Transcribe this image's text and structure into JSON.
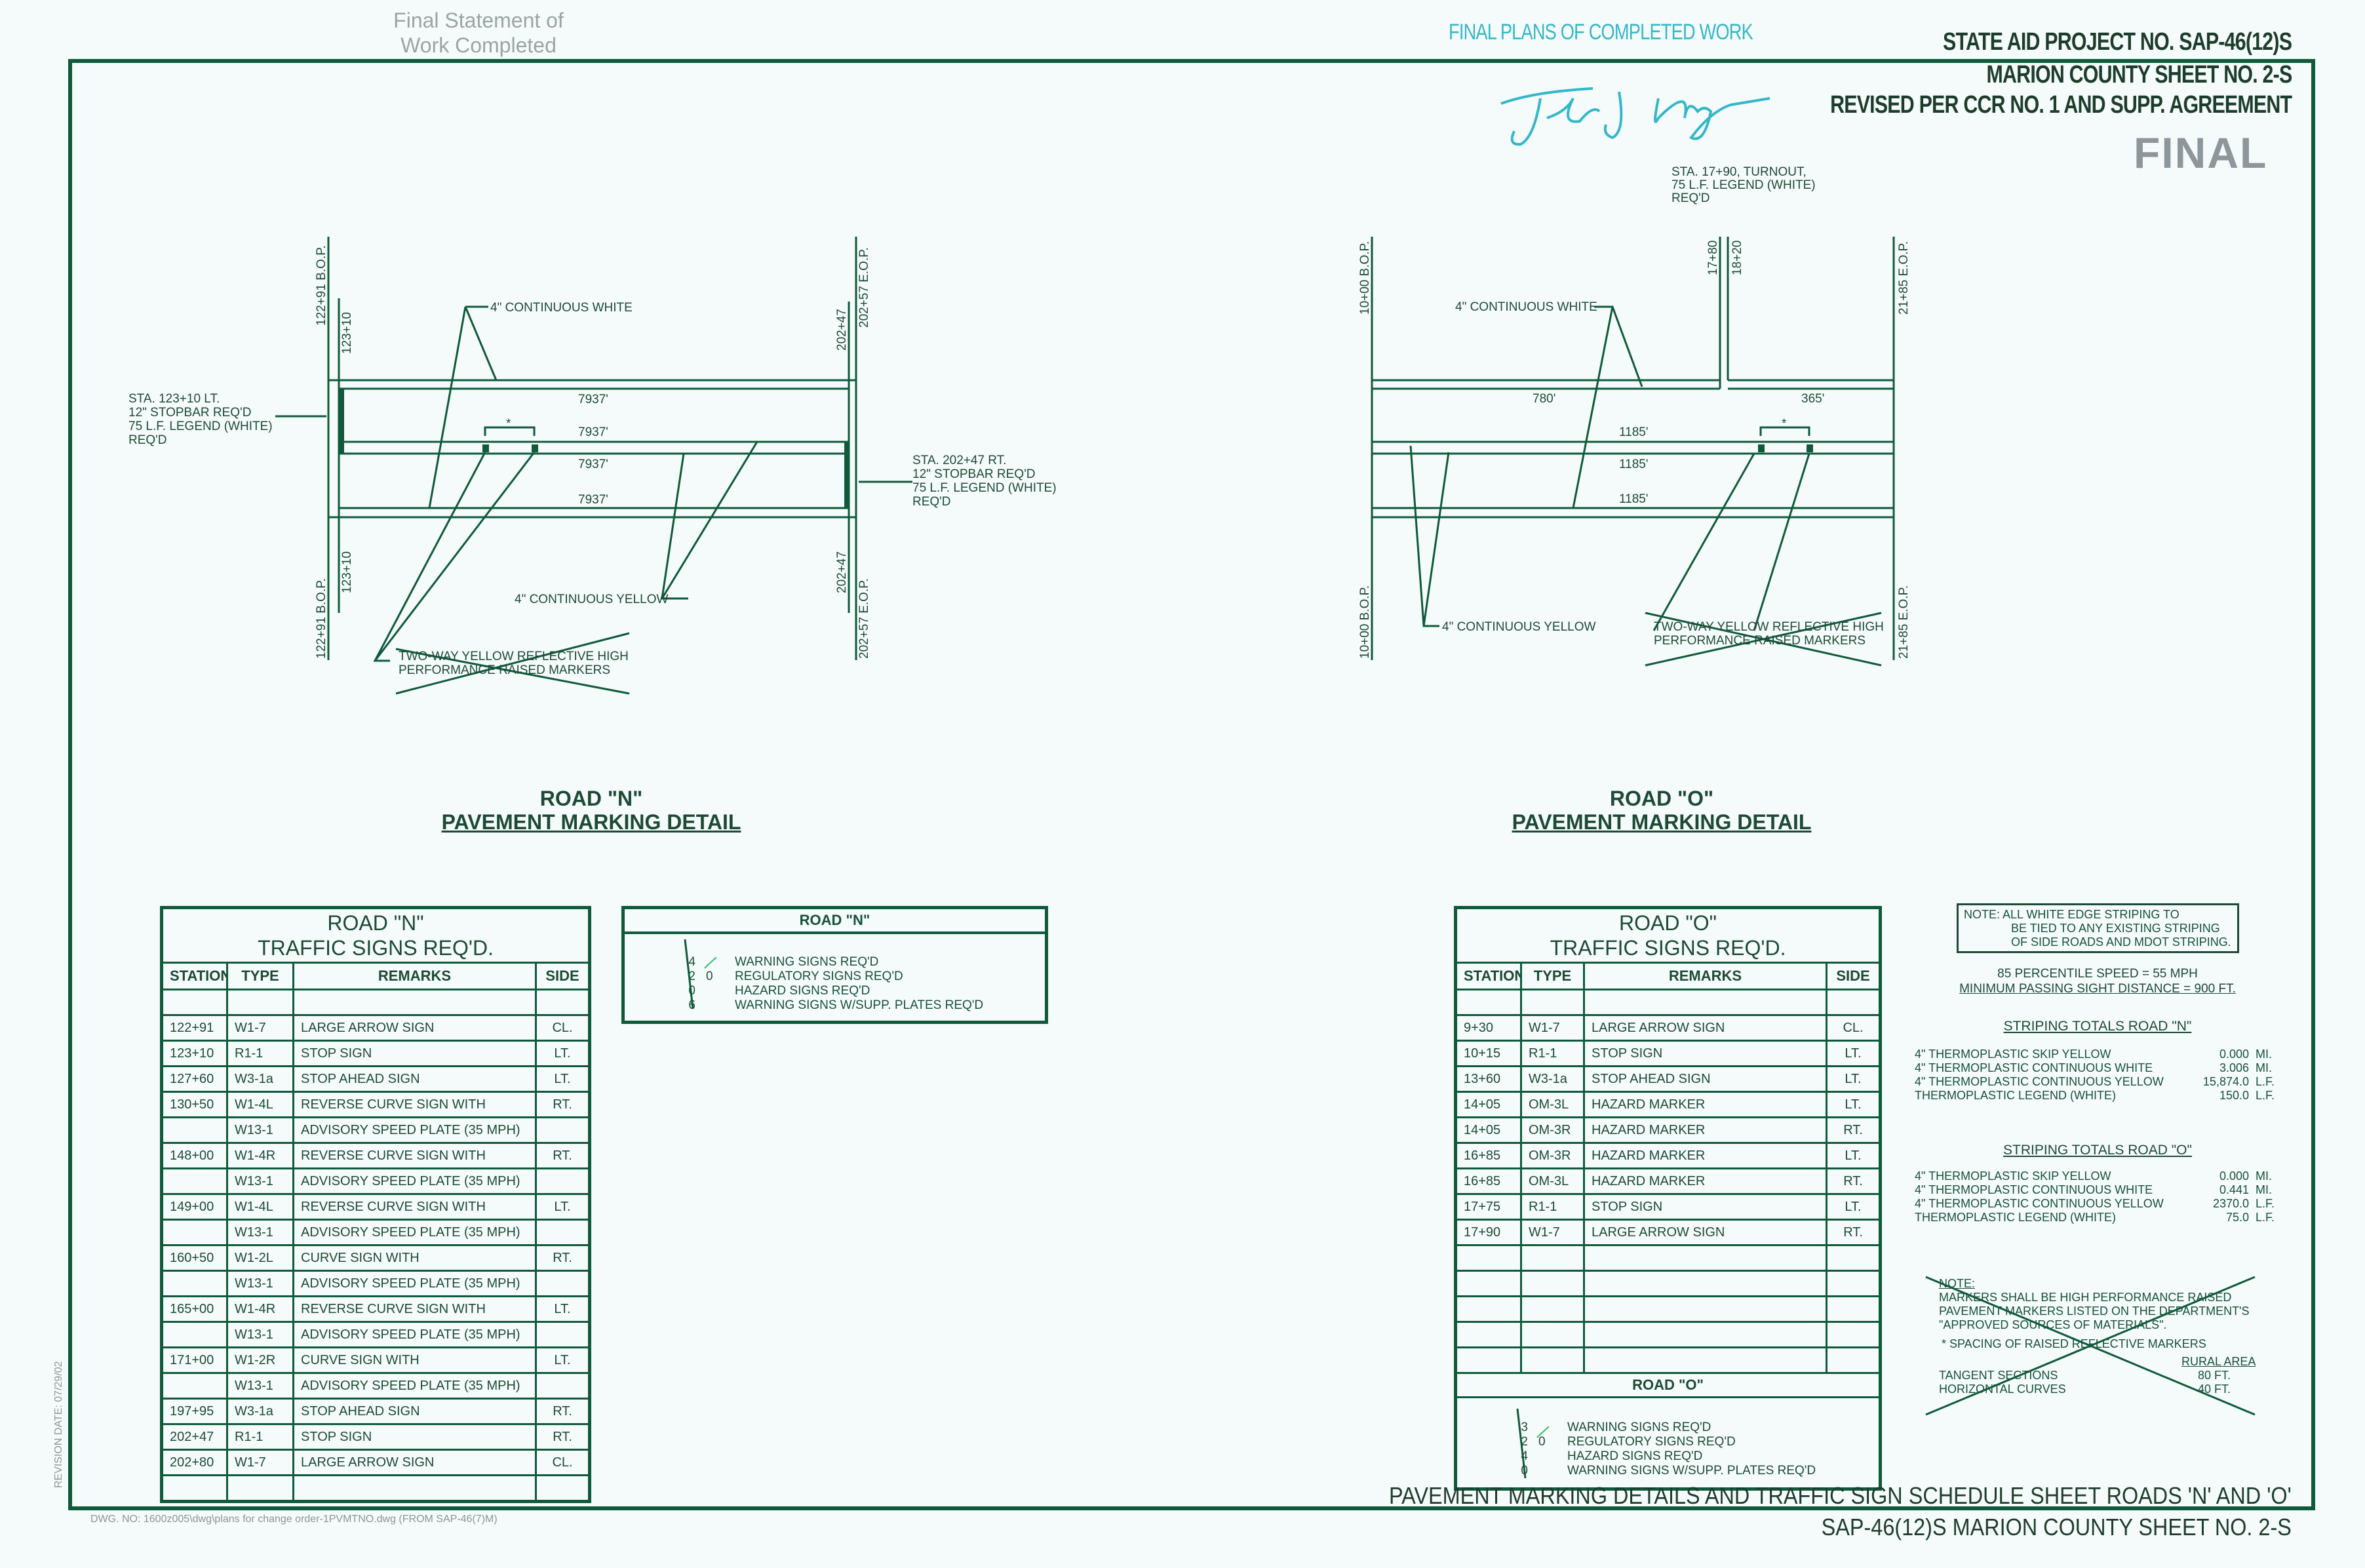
{
  "stamps": {
    "final_statement": "Final Statement of Work Completed",
    "final_plans": "FINAL PLANS OF COMPLETED WORK",
    "final": "FINAL",
    "signature": "Jeff J. Dyer"
  },
  "header": {
    "project": "STATE AID PROJECT NO. SAP-46(12)S",
    "county_sheet": "MARION COUNTY  SHEET NO. 2-S",
    "revised": "REVISED PER CCR NO. 1 AND SUPP. AGREEMENT"
  },
  "road_n_diagram": {
    "bop_label": "122+91 B.O.P.",
    "start_label": "123+10",
    "end_label": "202+47",
    "eop_label": "202+57 E.O.P.",
    "lengths": [
      "7937'",
      "7937'",
      "7937'",
      "7937'"
    ],
    "spacing_mark": "*",
    "white_label": "4\" CONTINUOUS WHITE",
    "yellow_label": "4\" CONTINUOUS YELLOW",
    "markers_label": [
      "TWO-WAY YELLOW REFLECTIVE HIGH",
      "PERFORMANCE RAISED MARKERS"
    ],
    "left_note": [
      "STA. 123+10 LT.",
      "12\" STOPBAR REQ'D",
      "75 L.F. LEGEND (WHITE)",
      "REQ'D"
    ],
    "right_note": [
      "STA. 202+47 RT.",
      "12\" STOPBAR REQ'D",
      "75 L.F. LEGEND (WHITE)",
      "REQ'D"
    ],
    "title": "ROAD \"N\"",
    "subtitle": "PAVEMENT MARKING DETAIL"
  },
  "road_o_diagram": {
    "bop_label": "10+00 B.O.P.",
    "eop_label": "21+85 E.O.P.",
    "turnout_start": "17+80",
    "turnout_end": "18+20",
    "lengths_top": [
      "780'",
      "365'"
    ],
    "lengths": [
      "1185'",
      "1185'",
      "1185'"
    ],
    "spacing_mark": "*",
    "white_label": "4\" CONTINUOUS WHITE",
    "yellow_label": "4\" CONTINUOUS YELLOW",
    "markers_label": [
      "TWO-WAY YELLOW REFLECTIVE HIGH",
      "PERFORMANCE RAISED MARKERS"
    ],
    "turnout_note": [
      "STA. 17+90, TURNOUT,",
      "75 L.F. LEGEND (WHITE)",
      "REQ'D"
    ],
    "title": "ROAD \"O\"",
    "subtitle": "PAVEMENT MARKING DETAIL"
  },
  "road_n_table": {
    "title": [
      "ROAD \"N\"",
      "TRAFFIC SIGNS REQ'D."
    ],
    "columns": [
      "STATION",
      "TYPE",
      "REMARKS",
      "SIDE"
    ],
    "rows": [
      [
        "122+91",
        "W1-7",
        "LARGE ARROW SIGN",
        "CL."
      ],
      [
        "123+10",
        "R1-1",
        "STOP SIGN",
        "LT."
      ],
      [
        "127+60",
        "W3-1a",
        "STOP AHEAD SIGN",
        "LT."
      ],
      [
        "130+50",
        "W1-4L",
        "REVERSE CURVE SIGN WITH",
        "RT."
      ],
      [
        "",
        "W13-1",
        "ADVISORY SPEED PLATE (35 MPH)",
        ""
      ],
      [
        "148+00",
        "W1-4R",
        "REVERSE CURVE SIGN WITH",
        "RT."
      ],
      [
        "",
        "W13-1",
        "ADVISORY SPEED PLATE (35 MPH)",
        ""
      ],
      [
        "149+00",
        "W1-4L",
        "REVERSE CURVE SIGN WITH",
        "LT."
      ],
      [
        "",
        "W13-1",
        "ADVISORY SPEED PLATE (35 MPH)",
        ""
      ],
      [
        "160+50",
        "W1-2L",
        "CURVE SIGN WITH",
        "RT."
      ],
      [
        "",
        "W13-1",
        "ADVISORY SPEED PLATE (35 MPH)",
        ""
      ],
      [
        "165+00",
        "W1-4R",
        "REVERSE CURVE SIGN WITH",
        "LT."
      ],
      [
        "",
        "W13-1",
        "ADVISORY SPEED PLATE (35 MPH)",
        ""
      ],
      [
        "171+00",
        "W1-2R",
        "CURVE SIGN WITH",
        "LT."
      ],
      [
        "",
        "W13-1",
        "ADVISORY SPEED PLATE (35 MPH)",
        ""
      ],
      [
        "197+95",
        "W3-1a",
        "STOP AHEAD SIGN",
        "RT."
      ],
      [
        "202+47",
        "R1-1",
        "STOP SIGN",
        "RT."
      ],
      [
        "202+80",
        "W1-7",
        "LARGE ARROW SIGN",
        "CL."
      ]
    ]
  },
  "road_n_summary": {
    "title": "ROAD \"N\"",
    "counts": [
      "4",
      "2",
      "0",
      "6"
    ],
    "correction": "0",
    "items": [
      "WARNING SIGNS REQ'D",
      "REGULATORY SIGNS REQ'D",
      "HAZARD SIGNS REQ'D",
      "WARNING SIGNS W/SUPP. PLATES REQ'D"
    ]
  },
  "road_o_table": {
    "title": [
      "ROAD \"O\"",
      "TRAFFIC SIGNS REQ'D."
    ],
    "columns": [
      "STATION",
      "TYPE",
      "REMARKS",
      "SIDE"
    ],
    "rows": [
      [
        "9+30",
        "W1-7",
        "LARGE ARROW SIGN",
        "CL."
      ],
      [
        "10+15",
        "R1-1",
        "STOP SIGN",
        "LT."
      ],
      [
        "13+60",
        "W3-1a",
        "STOP AHEAD SIGN",
        "LT."
      ],
      [
        "14+05",
        "OM-3L",
        "HAZARD MARKER",
        "LT."
      ],
      [
        "14+05",
        "OM-3R",
        "HAZARD MARKER",
        "RT."
      ],
      [
        "16+85",
        "OM-3R",
        "HAZARD MARKER",
        "LT."
      ],
      [
        "16+85",
        "OM-3L",
        "HAZARD MARKER",
        "RT."
      ],
      [
        "17+75",
        "R1-1",
        "STOP SIGN",
        "LT."
      ],
      [
        "17+90",
        "W1-7",
        "LARGE ARROW SIGN",
        "RT."
      ]
    ]
  },
  "road_o_summary": {
    "title": "ROAD \"O\"",
    "counts": [
      "3",
      "2",
      "4",
      "0"
    ],
    "correction": "0",
    "items": [
      "WARNING SIGNS REQ'D",
      "REGULATORY SIGNS REQ'D",
      "HAZARD SIGNS REQ'D",
      "WARNING SIGNS W/SUPP. PLATES REQ'D"
    ]
  },
  "notes": {
    "edge_note": [
      "NOTE: ALL WHITE EDGE STRIPING TO",
      "BE TIED TO ANY EXISTING STRIPING",
      "OF SIDE ROADS AND MDOT STRIPING."
    ],
    "speed": "85 PERCENTILE SPEED = 55 MPH",
    "passing": "MINIMUM PASSING SIGHT DISTANCE = 900 FT.",
    "striping_n": {
      "title": "STRIPING TOTALS ROAD \"N\"",
      "rows": [
        {
          "label": "4\" THERMOPLASTIC SKIP YELLOW",
          "value": "0.000",
          "unit": "MI."
        },
        {
          "label": "4\" THERMOPLASTIC CONTINUOUS WHITE",
          "value": "3.006",
          "unit": "MI."
        },
        {
          "label": "4\" THERMOPLASTIC CONTINUOUS YELLOW",
          "value": "15,874.0",
          "unit": "L.F."
        },
        {
          "label": "THERMOPLASTIC LEGEND (WHITE)",
          "value": "150.0",
          "unit": "L.F."
        }
      ]
    },
    "striping_o": {
      "title": "STRIPING TOTALS ROAD \"O\"",
      "rows": [
        {
          "label": "4\" THERMOPLASTIC SKIP YELLOW",
          "value": "0.000",
          "unit": "MI."
        },
        {
          "label": "4\" THERMOPLASTIC CONTINUOUS WHITE",
          "value": "0.441",
          "unit": "MI."
        },
        {
          "label": "4\" THERMOPLASTIC CONTINUOUS YELLOW",
          "value": "2370.0",
          "unit": "L.F."
        },
        {
          "label": "THERMOPLASTIC LEGEND (WHITE)",
          "value": "75.0",
          "unit": "L.F."
        }
      ]
    },
    "marker_note": {
      "heading": "NOTE:",
      "lines": [
        "MARKERS SHALL BE HIGH PERFORMANCE RAISED",
        "PAVEMENT MARKERS LISTED ON THE DEPARTMENT'S",
        "\"APPROVED SOURCES OF MATERIALS\"."
      ],
      "spacing": "*  SPACING OF RAISED REFLECTIVE MARKERS",
      "area": "RURAL AREA",
      "tangent_label": "TANGENT SECTIONS",
      "tangent_value": "80 FT.",
      "curve_label": "HORIZONTAL CURVES",
      "curve_value": "40 FT."
    }
  },
  "footer": {
    "sheet_title": "PAVEMENT MARKING DETAILS AND TRAFFIC SIGN SCHEDULE SHEET ROADS 'N' AND 'O'",
    "sheet_id": "SAP-46(12)S  MARION COUNTY  SHEET NO. 2-S",
    "dwg_no": "DWG. NO: 1600z005\\dwg\\plans for change order-1PVMTNO.dwg (FROM SAP-46(7)M)",
    "revision_date": "REVISION DATE: 07/29/02"
  },
  "colors": {
    "line": "#0f5a3a",
    "text": "#1d4a36",
    "stamp_cyan": "#35b7c9",
    "stamp_grey": "#8d969b",
    "check_green": "#2fbf6a",
    "check_red": "#e0504a"
  }
}
